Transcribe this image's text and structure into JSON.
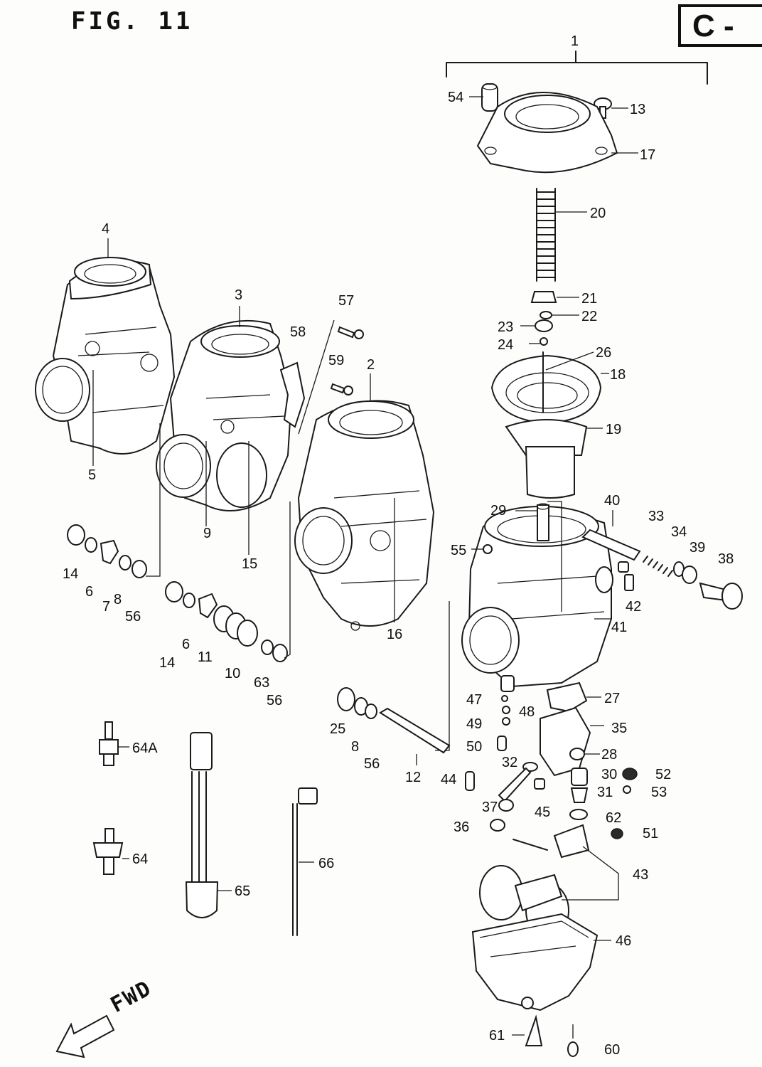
{
  "figure_title": "FIG. 11",
  "section_code": "C -",
  "direction_label": "FWD",
  "callouts": [
    {
      "id": "c1",
      "text": "1"
    },
    {
      "id": "c54",
      "text": "54"
    },
    {
      "id": "c13",
      "text": "13"
    },
    {
      "id": "c17",
      "text": "17"
    },
    {
      "id": "c20",
      "text": "20"
    },
    {
      "id": "c4",
      "text": "4"
    },
    {
      "id": "c3",
      "text": "3"
    },
    {
      "id": "c57",
      "text": "57"
    },
    {
      "id": "c58",
      "text": "58"
    },
    {
      "id": "c59",
      "text": "59"
    },
    {
      "id": "c2",
      "text": "2"
    },
    {
      "id": "c21",
      "text": "21"
    },
    {
      "id": "c22",
      "text": "22"
    },
    {
      "id": "c23",
      "text": "23"
    },
    {
      "id": "c24",
      "text": "24"
    },
    {
      "id": "c26",
      "text": "26"
    },
    {
      "id": "c18",
      "text": "18"
    },
    {
      "id": "c19",
      "text": "19"
    },
    {
      "id": "c5",
      "text": "5"
    },
    {
      "id": "c9",
      "text": "9"
    },
    {
      "id": "c15",
      "text": "15"
    },
    {
      "id": "c29",
      "text": "29"
    },
    {
      "id": "c40",
      "text": "40"
    },
    {
      "id": "c33",
      "text": "33"
    },
    {
      "id": "c34",
      "text": "34"
    },
    {
      "id": "c39",
      "text": "39"
    },
    {
      "id": "c38",
      "text": "38"
    },
    {
      "id": "c55",
      "text": "55"
    },
    {
      "id": "c14a",
      "text": "14"
    },
    {
      "id": "c6a",
      "text": "6"
    },
    {
      "id": "c7",
      "text": "7"
    },
    {
      "id": "c8a",
      "text": "8"
    },
    {
      "id": "c56a",
      "text": "56"
    },
    {
      "id": "c42",
      "text": "42"
    },
    {
      "id": "c41",
      "text": "41"
    },
    {
      "id": "c16",
      "text": "16"
    },
    {
      "id": "c14b",
      "text": "14"
    },
    {
      "id": "c6b",
      "text": "6"
    },
    {
      "id": "c11",
      "text": "11"
    },
    {
      "id": "c10",
      "text": "10"
    },
    {
      "id": "c63",
      "text": "63"
    },
    {
      "id": "c56b",
      "text": "56"
    },
    {
      "id": "c27",
      "text": "27"
    },
    {
      "id": "c47",
      "text": "47"
    },
    {
      "id": "c48",
      "text": "48"
    },
    {
      "id": "c49",
      "text": "49"
    },
    {
      "id": "c35",
      "text": "35"
    },
    {
      "id": "c25",
      "text": "25"
    },
    {
      "id": "c8b",
      "text": "8"
    },
    {
      "id": "c56c",
      "text": "56"
    },
    {
      "id": "c12",
      "text": "12"
    },
    {
      "id": "c50",
      "text": "50"
    },
    {
      "id": "c28",
      "text": "28"
    },
    {
      "id": "c64A",
      "text": "64A"
    },
    {
      "id": "c44",
      "text": "44"
    },
    {
      "id": "c32",
      "text": "32"
    },
    {
      "id": "c30",
      "text": "30"
    },
    {
      "id": "c52",
      "text": "52"
    },
    {
      "id": "c31",
      "text": "31"
    },
    {
      "id": "c53",
      "text": "53"
    },
    {
      "id": "c37",
      "text": "37"
    },
    {
      "id": "c45",
      "text": "45"
    },
    {
      "id": "c62",
      "text": "62"
    },
    {
      "id": "c36",
      "text": "36"
    },
    {
      "id": "c51",
      "text": "51"
    },
    {
      "id": "c64",
      "text": "64"
    },
    {
      "id": "c66",
      "text": "66"
    },
    {
      "id": "c43",
      "text": "43"
    },
    {
      "id": "c65",
      "text": "65"
    },
    {
      "id": "c46",
      "text": "46"
    },
    {
      "id": "c61",
      "text": "61"
    },
    {
      "id": "c60",
      "text": "60"
    }
  ]
}
